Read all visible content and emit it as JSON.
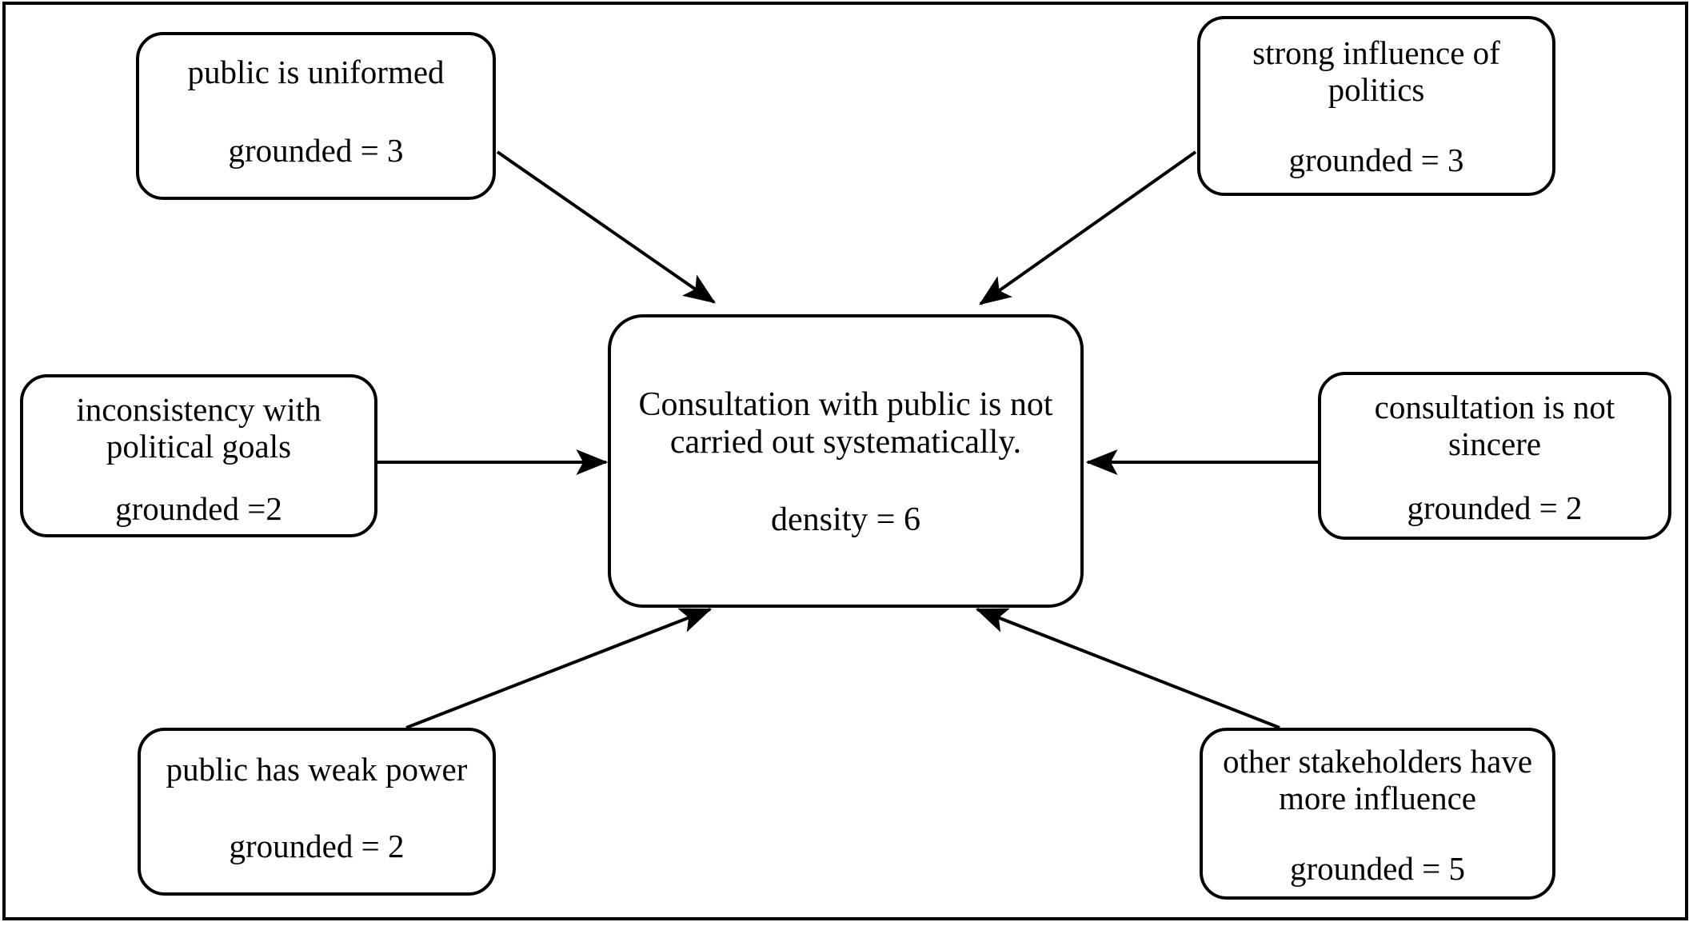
{
  "diagram": {
    "title": "Consultation with public is not carried out systematically",
    "frame": {
      "border_color": "#000000"
    },
    "center_node": {
      "id": "center",
      "label": "Consultation with public  is not\ncarried out systematically.",
      "metric_label": "density = 6",
      "metric_name": "density",
      "metric_value": 6
    },
    "nodes": [
      {
        "id": "public-uninformed",
        "label": "public is uniformed",
        "metric_label": "grounded = 3",
        "metric_name": "grounded",
        "metric_value": 3,
        "position": "top-left"
      },
      {
        "id": "strong-politics",
        "label": "strong influence of\npolitics",
        "metric_label": "grounded = 3",
        "metric_name": "grounded",
        "metric_value": 3,
        "position": "top-right"
      },
      {
        "id": "inconsistency",
        "label": "inconsistency with\npolitical goals",
        "metric_label": "grounded =2",
        "metric_name": "grounded",
        "metric_value": 2,
        "position": "middle-left"
      },
      {
        "id": "not-sincere",
        "label": "consultation is not\nsincere",
        "metric_label": "grounded = 2",
        "metric_name": "grounded",
        "metric_value": 2,
        "position": "middle-right"
      },
      {
        "id": "weak-power",
        "label": "public has weak power",
        "metric_label": "grounded = 2",
        "metric_name": "grounded",
        "metric_value": 2,
        "position": "bottom-left"
      },
      {
        "id": "other-stakeholders",
        "label": "other stakeholders have\nmore influence",
        "metric_label": "grounded = 5",
        "metric_name": "grounded",
        "metric_value": 5,
        "position": "bottom-right"
      }
    ],
    "edges": [
      {
        "from": "public-uninformed",
        "to": "center",
        "style": "arrow"
      },
      {
        "from": "strong-politics",
        "to": "center",
        "style": "arrow"
      },
      {
        "from": "inconsistency",
        "to": "center",
        "style": "arrow"
      },
      {
        "from": "not-sincere",
        "to": "center",
        "style": "arrow"
      },
      {
        "from": "weak-power",
        "to": "center",
        "style": "arrow"
      },
      {
        "from": "other-stakeholders",
        "to": "center",
        "style": "arrow"
      }
    ]
  }
}
